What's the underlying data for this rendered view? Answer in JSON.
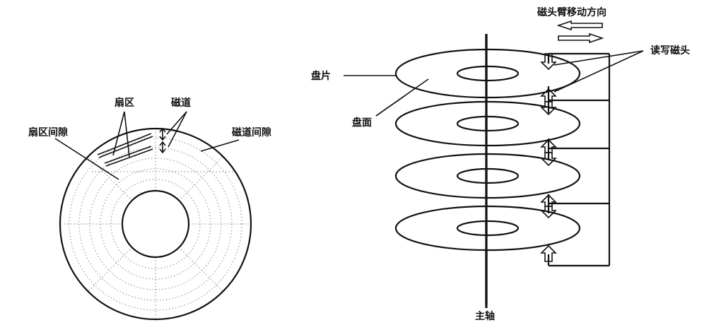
{
  "left_diagram": {
    "labels": {
      "sector": "扇区",
      "track": "磁道",
      "sector_gap": "扇区间隙",
      "track_gap": "磁道间隙"
    }
  },
  "right_diagram": {
    "labels": {
      "arm_direction": "磁头臂移动方向",
      "read_write_head": "读写磁头",
      "platter": "盘片",
      "surface": "盘面",
      "spindle": "主轴"
    }
  }
}
